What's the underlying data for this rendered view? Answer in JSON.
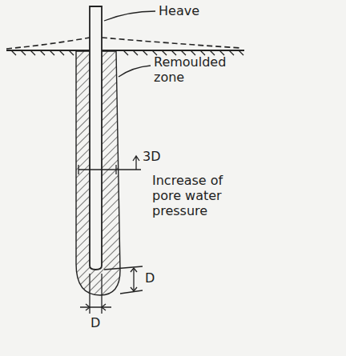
{
  "diagram": {
    "labels": [
      "Heave",
      "Remoulded zone",
      "3D",
      "Increase of pore water pressure",
      "D",
      "D"
    ]
  }
}
